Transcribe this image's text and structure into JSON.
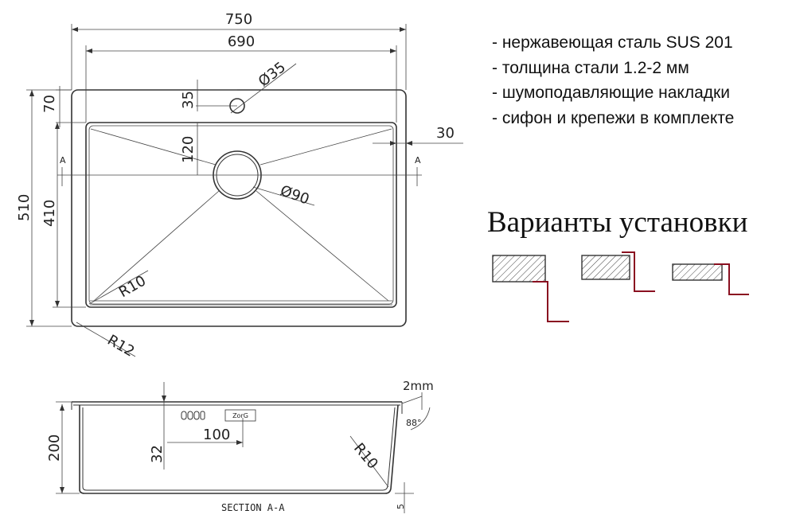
{
  "features": [
    "- нержавеющая сталь SUS 201",
    "- толщина стали 1.2-2 мм",
    "- шумоподавляющие накладки",
    "- сифон и крепежи в комплекте"
  ],
  "install_title": "Варианты установки",
  "dimensions": {
    "width_outer": "750",
    "width_inner": "690",
    "hole_diameter": "Ø35",
    "hole_offset": "35",
    "rim": "70",
    "hole_to_drain": "120",
    "side_margin": "30",
    "drain_diameter": "Ø90",
    "depth_outer": "510",
    "depth_inner": "410",
    "radius_inner": "R10",
    "radius_outer": "R12",
    "section_marker": "A"
  },
  "section": {
    "label": "SECTION A-A",
    "thickness": "2mm",
    "angle": "88°",
    "height": "200",
    "drain_offset": "32",
    "drain_spacing": "100",
    "radius": "R10",
    "bottom": "5",
    "logo": "ZorG"
  },
  "colors": {
    "accent": "#8a1020",
    "line": "#333333"
  }
}
